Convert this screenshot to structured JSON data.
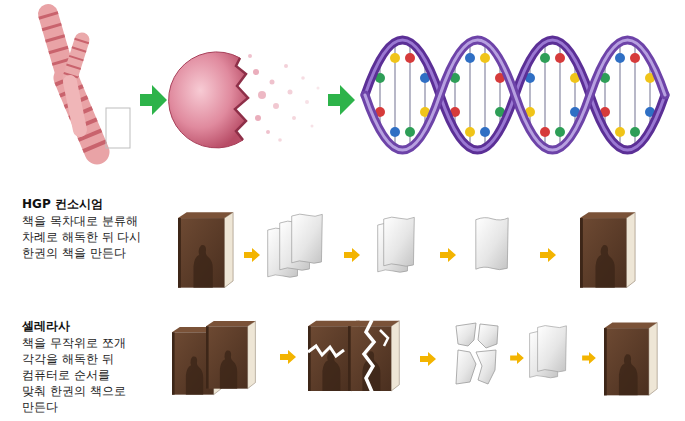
{
  "diagram": {
    "labels": [
      "HGP 컨소시엄",
      "책을 목차대로 분류해 차례로 해독한 뒤 다시 한권의 책을 만든다",
      "셀레라사",
      "책을 무작위로 쪼개 각각을 해독한 뒤 컴퓨터로 순서를 맞춰 한권의 책으로 만든다"
    ]
  }
}
